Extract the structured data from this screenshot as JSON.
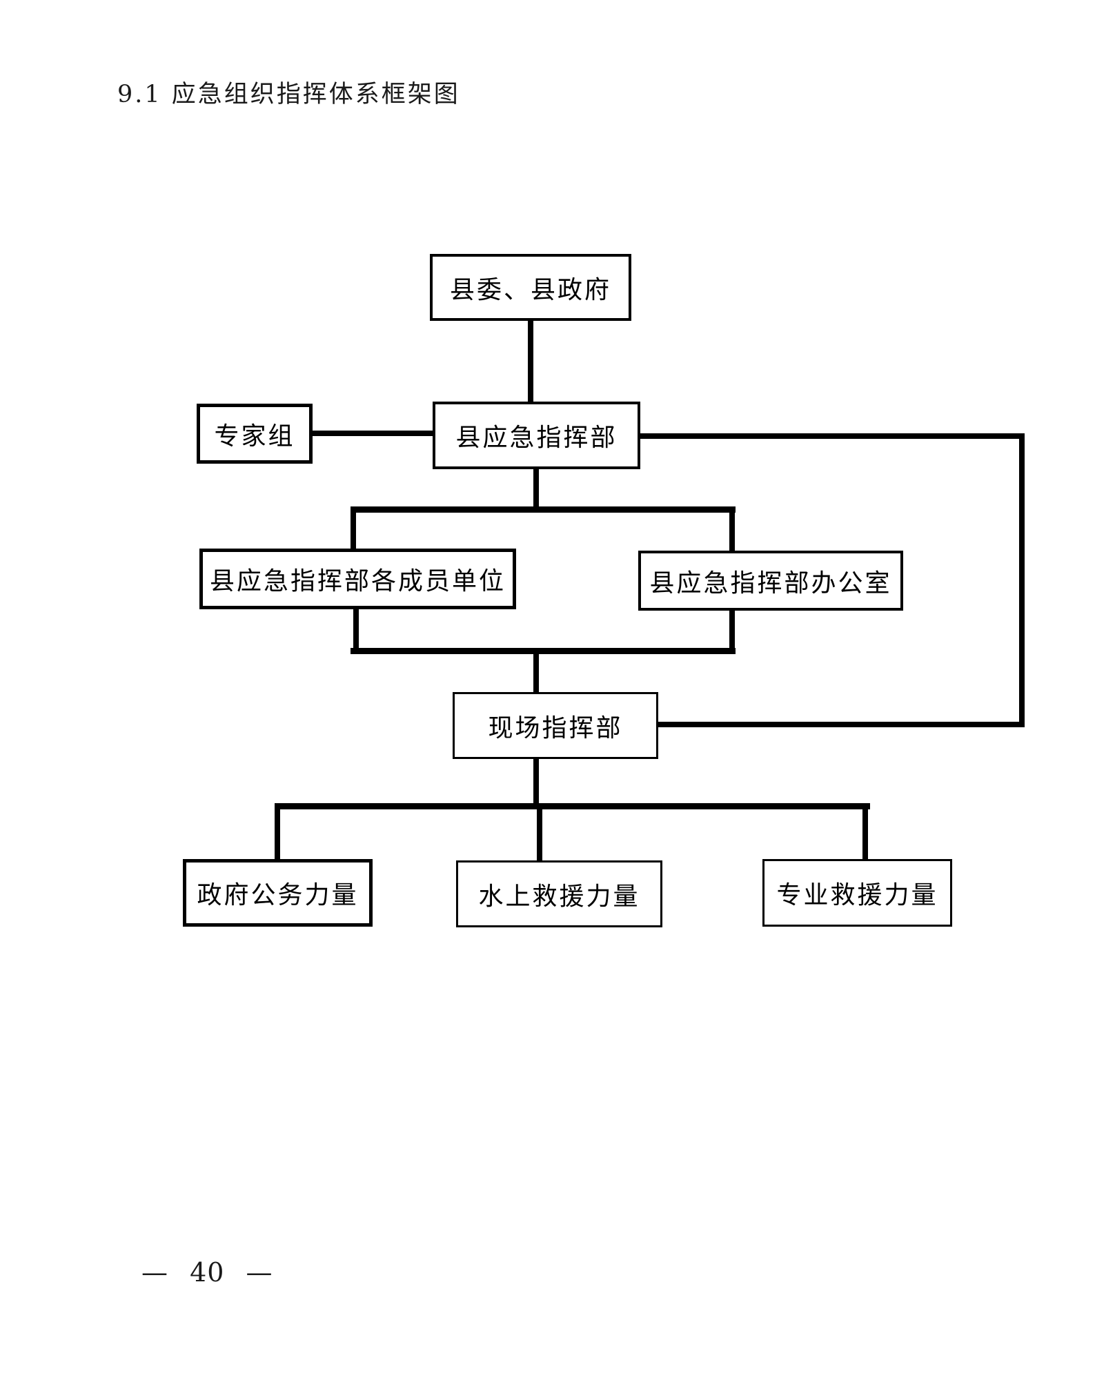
{
  "page": {
    "title": "9.1 应急组织指挥体系框架图",
    "page_number": "— 40 —"
  },
  "diagram": {
    "nodes": [
      {
        "id": "county-gov",
        "label": "县委、县政府"
      },
      {
        "id": "expert-group",
        "label": "专家组"
      },
      {
        "id": "county-command",
        "label": "县应急指挥部"
      },
      {
        "id": "member-units",
        "label": "县应急指挥部各成员单位"
      },
      {
        "id": "command-office",
        "label": "县应急指挥部办公室"
      },
      {
        "id": "onsite-command",
        "label": "现场指挥部"
      },
      {
        "id": "gov-force",
        "label": "政府公务力量"
      },
      {
        "id": "water-rescue",
        "label": "水上救援力量"
      },
      {
        "id": "pro-rescue",
        "label": "专业救援力量"
      }
    ],
    "line_color": "#000000",
    "box_border_color": "#000000",
    "background_color": "#ffffff"
  }
}
